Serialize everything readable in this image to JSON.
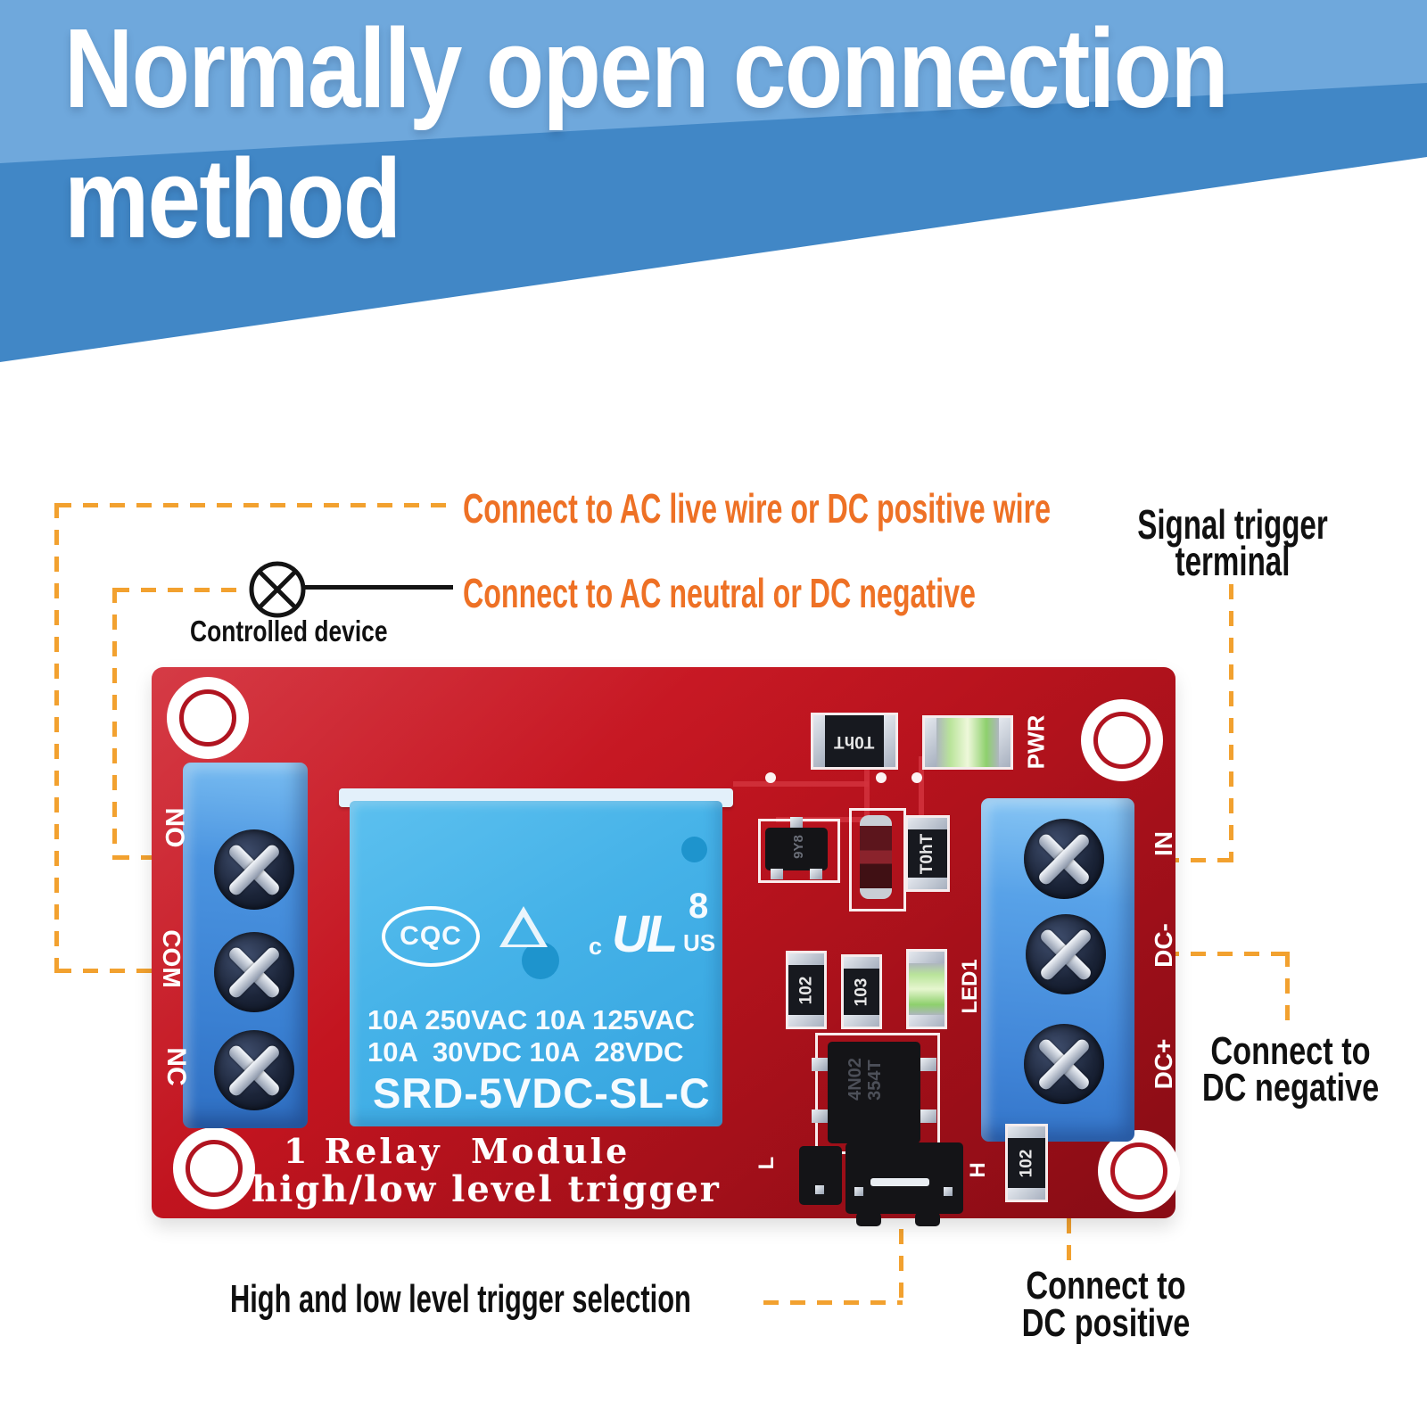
{
  "header": {
    "title_line1": "Normally open connection",
    "title_line2": "method",
    "bg_light": "#6FA8DC",
    "bg_dark": "#4187C6"
  },
  "annotations": {
    "text_orange": "#EE7125",
    "dash_color": "#F2A12F",
    "ac_live": "Connect to AC live wire or DC positive wire",
    "ac_neutral": "Connect to AC neutral or DC negative",
    "controlled_device": "Controlled device",
    "signal_trigger_line1": "Signal trigger",
    "signal_trigger_line2": "terminal",
    "dc_negative_line1": "Connect to",
    "dc_negative_line2": "DC negative",
    "dc_positive_line1": "Connect to",
    "dc_positive_line2": "DC positive",
    "trigger_selection": "High and low level trigger selection"
  },
  "pcb": {
    "board_color": "#C2141F",
    "terminal_labels": {
      "no": "NO",
      "com": "COM",
      "nc": "NC",
      "in": "IN",
      "dc_minus": "DC-",
      "dc_plus": "DC+"
    },
    "silk": {
      "pwr": "PWR",
      "led1": "LED1",
      "jumper_low": "L",
      "jumper_high": "H",
      "line1": "1 Relay  Module",
      "line2": "high/low level trigger"
    },
    "relay": {
      "cert_cqc": "CQC",
      "cert_ul_c": "c",
      "cert_ul": "UL",
      "cert_ul_us": "US",
      "cert_ul_num": "8",
      "rating_line1": "10A 250VAC 10A 125VAC",
      "rating_line2": "10A  30VDC 10A  28VDC",
      "model": "SRD-5VDC-SL-C"
    },
    "components": {
      "r_top": "T0hT",
      "r_mid": "T0hT",
      "r_102a": "102",
      "r_103": "103",
      "r_102b": "102",
      "opto_line1": "4N02",
      "opto_line2": "354T",
      "transistor": "9Y8"
    }
  }
}
